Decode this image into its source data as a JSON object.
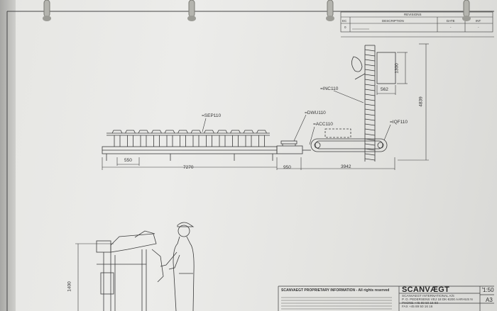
{
  "revisions_table": {
    "title": "REVISIONS",
    "columns": [
      "EC",
      "DESCRIPTION",
      "DATE",
      "INT"
    ],
    "rows": [
      [
        "0",
        "",
        "-",
        "-"
      ]
    ]
  },
  "conveyor_layout": {
    "labels": [
      "=SEP110",
      "=DWU110",
      "=ACC110",
      "=INC110",
      "=IQF110"
    ],
    "dimensions": [
      "550",
      "7270",
      "950",
      "3942",
      "562",
      "1300",
      "4839"
    ]
  },
  "operator_station": {
    "dimensions": [
      "1400"
    ]
  },
  "title_block": {
    "proprietary_heading": "SCANVAEGT PROPRIETARY INFORMATION - All rights reserved",
    "brand": "SCANVÆGT",
    "company": "SCANVAEGT INTERNATIONAL A/S",
    "address": "P. O. PEDERSENS VEJ 18 DK-8200 AARHUS N",
    "phone": "PHONE +45 89 50 16 83",
    "fax": "FAX +45 89 50 16 16",
    "scale_label": "L",
    "scale": "1:50",
    "size": "A3"
  },
  "colors": {
    "line": "#3a3a3a",
    "paper": "#e9e9e6",
    "binder_ring": "#b4b4ae"
  }
}
